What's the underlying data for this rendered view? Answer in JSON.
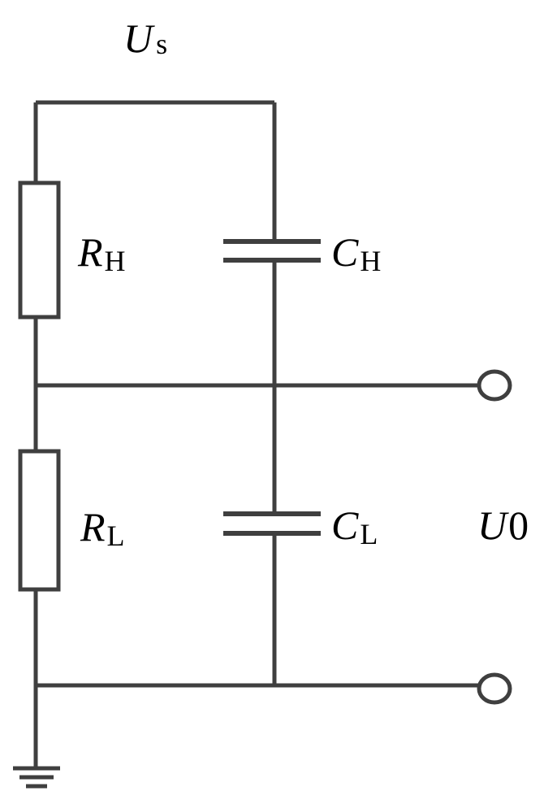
{
  "labels": {
    "supply": {
      "main": "U",
      "sub": "s"
    },
    "resistor_high": {
      "main": "R",
      "sub": "H"
    },
    "resistor_low": {
      "main": "R",
      "sub": "L"
    },
    "cap_high": {
      "main": "C",
      "sub": "H"
    },
    "cap_low": {
      "main": "C",
      "sub": "L"
    },
    "output": {
      "main": "U",
      "sub": "0"
    }
  },
  "colors": {
    "stroke": "#3f3f3f",
    "text": "#000000",
    "background": "#ffffff"
  }
}
